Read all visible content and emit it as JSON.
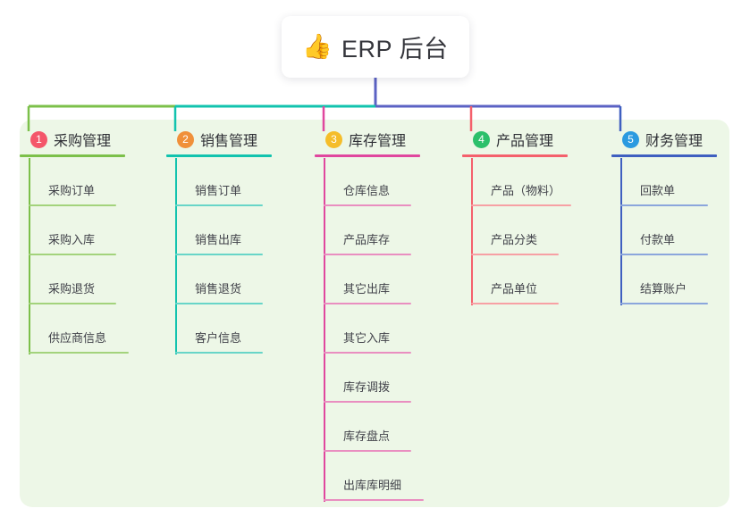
{
  "root": {
    "icon": "thumbs-up-icon",
    "emoji": "👍",
    "title": "ERP 后台"
  },
  "theme": {
    "panel_bg": "#edf7e7",
    "page_bg": "#ffffff",
    "root_trunk": "#5b62c4",
    "connector_left": "#7cc04a",
    "connector_mid": "#12c3ae",
    "connector_right": "#5b62c4"
  },
  "columns": [
    {
      "index": "1",
      "badge": "❶",
      "badge_number": "1",
      "badge_color": "#f4566a",
      "title": "采购管理",
      "color": "#7cc04a",
      "leaf_color": "#a3d37c",
      "items": [
        {
          "label": "采购订单"
        },
        {
          "label": "采购入库"
        },
        {
          "label": "采购退货"
        },
        {
          "label": "供应商信息"
        }
      ]
    },
    {
      "index": "2",
      "badge": "❷",
      "badge_number": "2",
      "badge_color": "#f0903a",
      "title": "销售管理",
      "color": "#12c3ae",
      "leaf_color": "#68d5c8",
      "items": [
        {
          "label": "销售订单"
        },
        {
          "label": "销售出库"
        },
        {
          "label": "销售退货"
        },
        {
          "label": "客户信息"
        }
      ]
    },
    {
      "index": "3",
      "badge": "❸",
      "badge_number": "3",
      "badge_color": "#f5bd2a",
      "title": "库存管理",
      "color": "#e0479e",
      "leaf_color": "#e98ec0",
      "items": [
        {
          "label": "仓库信息"
        },
        {
          "label": "产品库存"
        },
        {
          "label": "其它出库"
        },
        {
          "label": "其它入库"
        },
        {
          "label": "库存调拨"
        },
        {
          "label": "库存盘点"
        },
        {
          "label": "出库库明细"
        }
      ]
    },
    {
      "index": "4",
      "badge": "❹",
      "badge_number": "4",
      "badge_color": "#2cc06b",
      "title": "产品管理",
      "color": "#f4606c",
      "leaf_color": "#f7a0a4",
      "items": [
        {
          "label": "产品（物料）"
        },
        {
          "label": "产品分类"
        },
        {
          "label": "产品单位"
        }
      ]
    },
    {
      "index": "5",
      "badge": "❺",
      "badge_number": "5",
      "badge_color": "#2b9ae0",
      "title": "财务管理",
      "color": "#3f5fc0",
      "leaf_color": "#8ba6dc",
      "items": [
        {
          "label": "回款单"
        },
        {
          "label": "付款单"
        },
        {
          "label": "结算账户"
        }
      ]
    }
  ]
}
